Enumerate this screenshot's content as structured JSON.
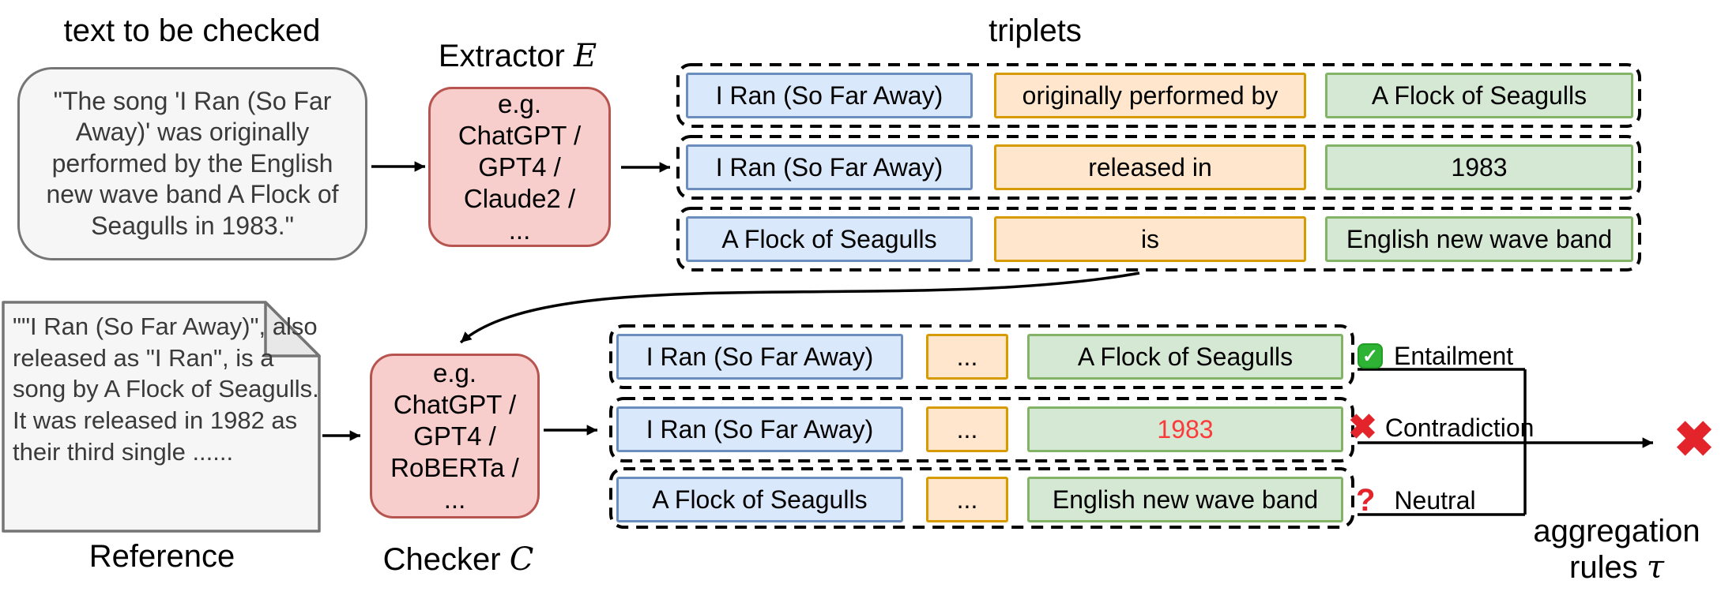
{
  "figure": {
    "source": {
      "title": "text to be checked",
      "text": "\"The song 'I Ran (So Far Away)' was originally performed by the English new wave band A Flock of Seagulls in 1983.\""
    },
    "extractor": {
      "label": "Extractor ",
      "symbol": "E",
      "examples": [
        "e.g.",
        "ChatGPT /",
        "GPT4 /",
        "Claude2 /",
        "..."
      ]
    },
    "triplets_title": "triplets",
    "triplets": [
      {
        "subject": "I Ran (So Far Away)",
        "predicate": "originally performed by",
        "object": "A Flock of Seagulls"
      },
      {
        "subject": "I Ran (So Far Away)",
        "predicate": "released in",
        "object": "1983"
      },
      {
        "subject": "A Flock of Seagulls",
        "predicate": "is",
        "object": "English new wave band"
      }
    ],
    "reference": {
      "label": "Reference",
      "text": "\"\"I Ran (So Far Away)\", also released as \"I Ran\", is a song by A Flock of Seagulls. It was released in 1982 as their third single ......"
    },
    "checker": {
      "label": "Checker ",
      "symbol": "C",
      "examples": [
        "e.g.",
        "ChatGPT /",
        "GPT4 /",
        "RoBERTa /",
        "..."
      ]
    },
    "checked_triplets": [
      {
        "subject": "I Ran (So Far Away)",
        "predicate": "...",
        "object": "A Flock of Seagulls",
        "verdict": "Entailment"
      },
      {
        "subject": "I Ran (So Far Away)",
        "predicate": "...",
        "object": "1983",
        "verdict": "Contradiction"
      },
      {
        "subject": "A Flock of Seagulls",
        "predicate": "...",
        "object": "English new wave band",
        "verdict": "Neutral"
      }
    ],
    "aggregation": {
      "line1": "aggregation",
      "line2": "rules ",
      "symbol": "τ"
    }
  },
  "glyphs": {
    "check": "✓",
    "cross": "✖",
    "question": "?",
    "final_cross": "✖"
  },
  "colors": {
    "entity-fill": "#dae8fc",
    "entity-border": "#6c8ebf",
    "relation-fill": "#ffe6cc",
    "relation-border": "#d79b00",
    "object-fill": "#d5e8d4",
    "object-border": "#82b366",
    "model-fill": "#f8cecc",
    "model-border": "#b85450",
    "note-fill": "#f6f6f6",
    "note-border": "#757575",
    "error-text": "#fb3a3a",
    "check-green": "#2eb335",
    "cross-red": "#e3242b"
  }
}
